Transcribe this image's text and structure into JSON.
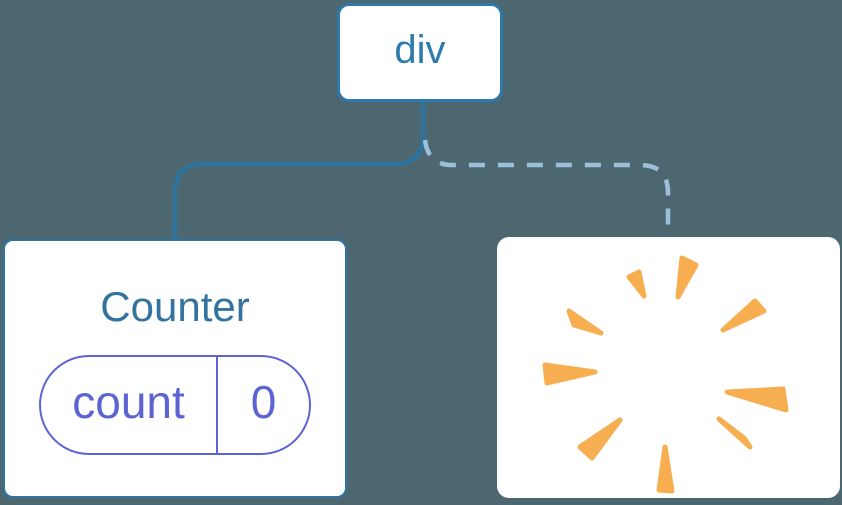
{
  "colors": {
    "background": "#4d6771",
    "card": "#ffffff",
    "line-solid": "#2b74a1",
    "line-dashed": "#9dc0da",
    "root-border": "#2e79ac",
    "root-text": "#2e7cae",
    "card-border": "#2e75a4",
    "component-title": "#33739f",
    "state": "#5c63d2",
    "poof": "#f6ae51"
  },
  "tree": {
    "root_node": {
      "label": "div"
    },
    "counter_node": {
      "title": "Counter",
      "state": {
        "name": "count",
        "value": "0"
      },
      "connection": "solid"
    },
    "removed_node": {
      "icon": "poof-starburst",
      "connection": "dashed"
    }
  }
}
